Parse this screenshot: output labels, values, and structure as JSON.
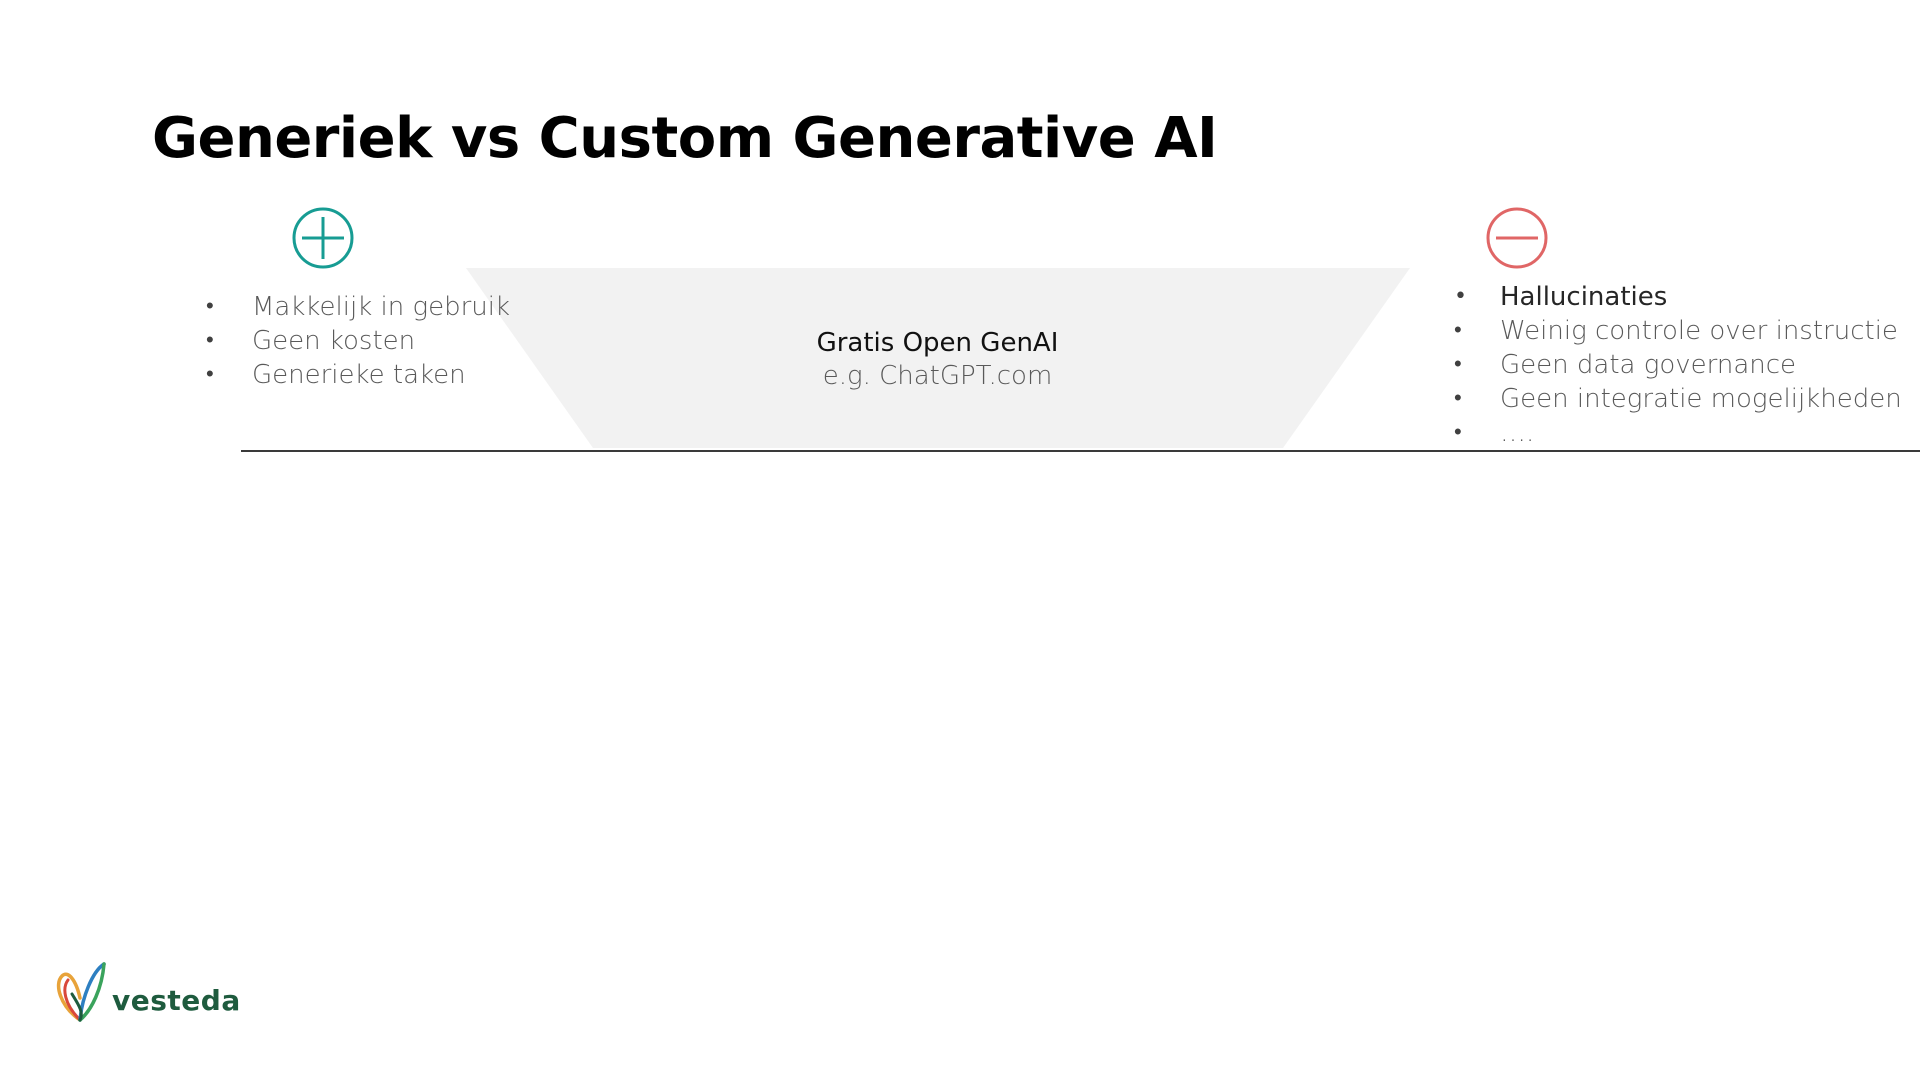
{
  "title": "Generiek vs Custom Generative AI",
  "pros": {
    "icon": "plus-circle-icon",
    "color": "#179c93",
    "items": [
      "Makkelijk in gebruik",
      "Geen kosten",
      "Generieke taken"
    ]
  },
  "center": {
    "title": "Gratis Open GenAI",
    "subtitle": "e.g. ChatGPT.com",
    "fill_color": "#f2f2f2"
  },
  "cons": {
    "icon": "minus-circle-icon",
    "color": "#e06666",
    "items": [
      "Hallucinaties",
      "Weinig controle over instructie",
      "Geen data governance",
      "Geen integratie mogelijkheden",
      "…."
    ]
  },
  "logo": {
    "text": "vesteda",
    "text_color": "#1e5b3e"
  }
}
